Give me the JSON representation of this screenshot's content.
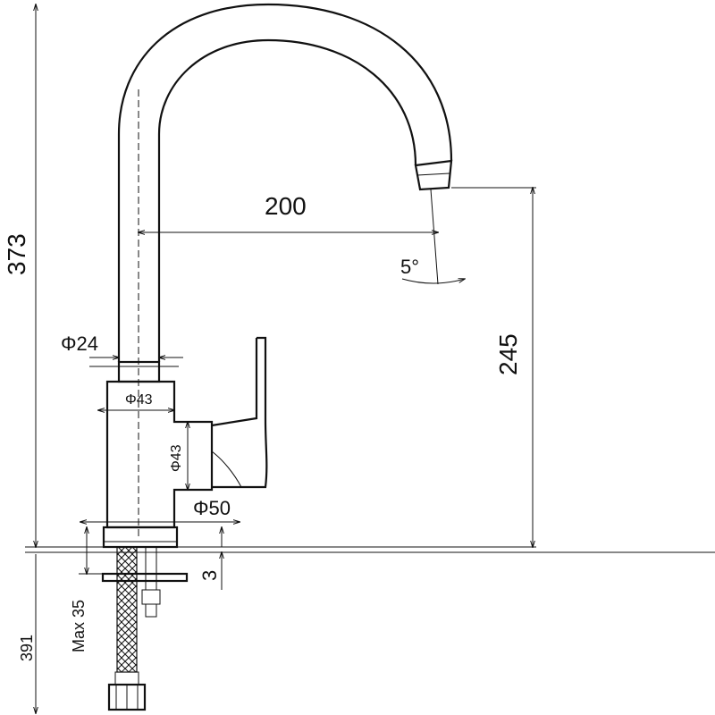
{
  "dimensions": {
    "total_height": "373",
    "total_with_hose": "391",
    "spout_reach": "200",
    "spout_height": "245",
    "spout_angle": "5°",
    "tube_diameter": "Φ24",
    "body_diameter": "Φ43",
    "lever_diameter": "Φ43",
    "base_diameter": "Φ50",
    "base_thickness": "3",
    "max_counter": "Max 35"
  }
}
